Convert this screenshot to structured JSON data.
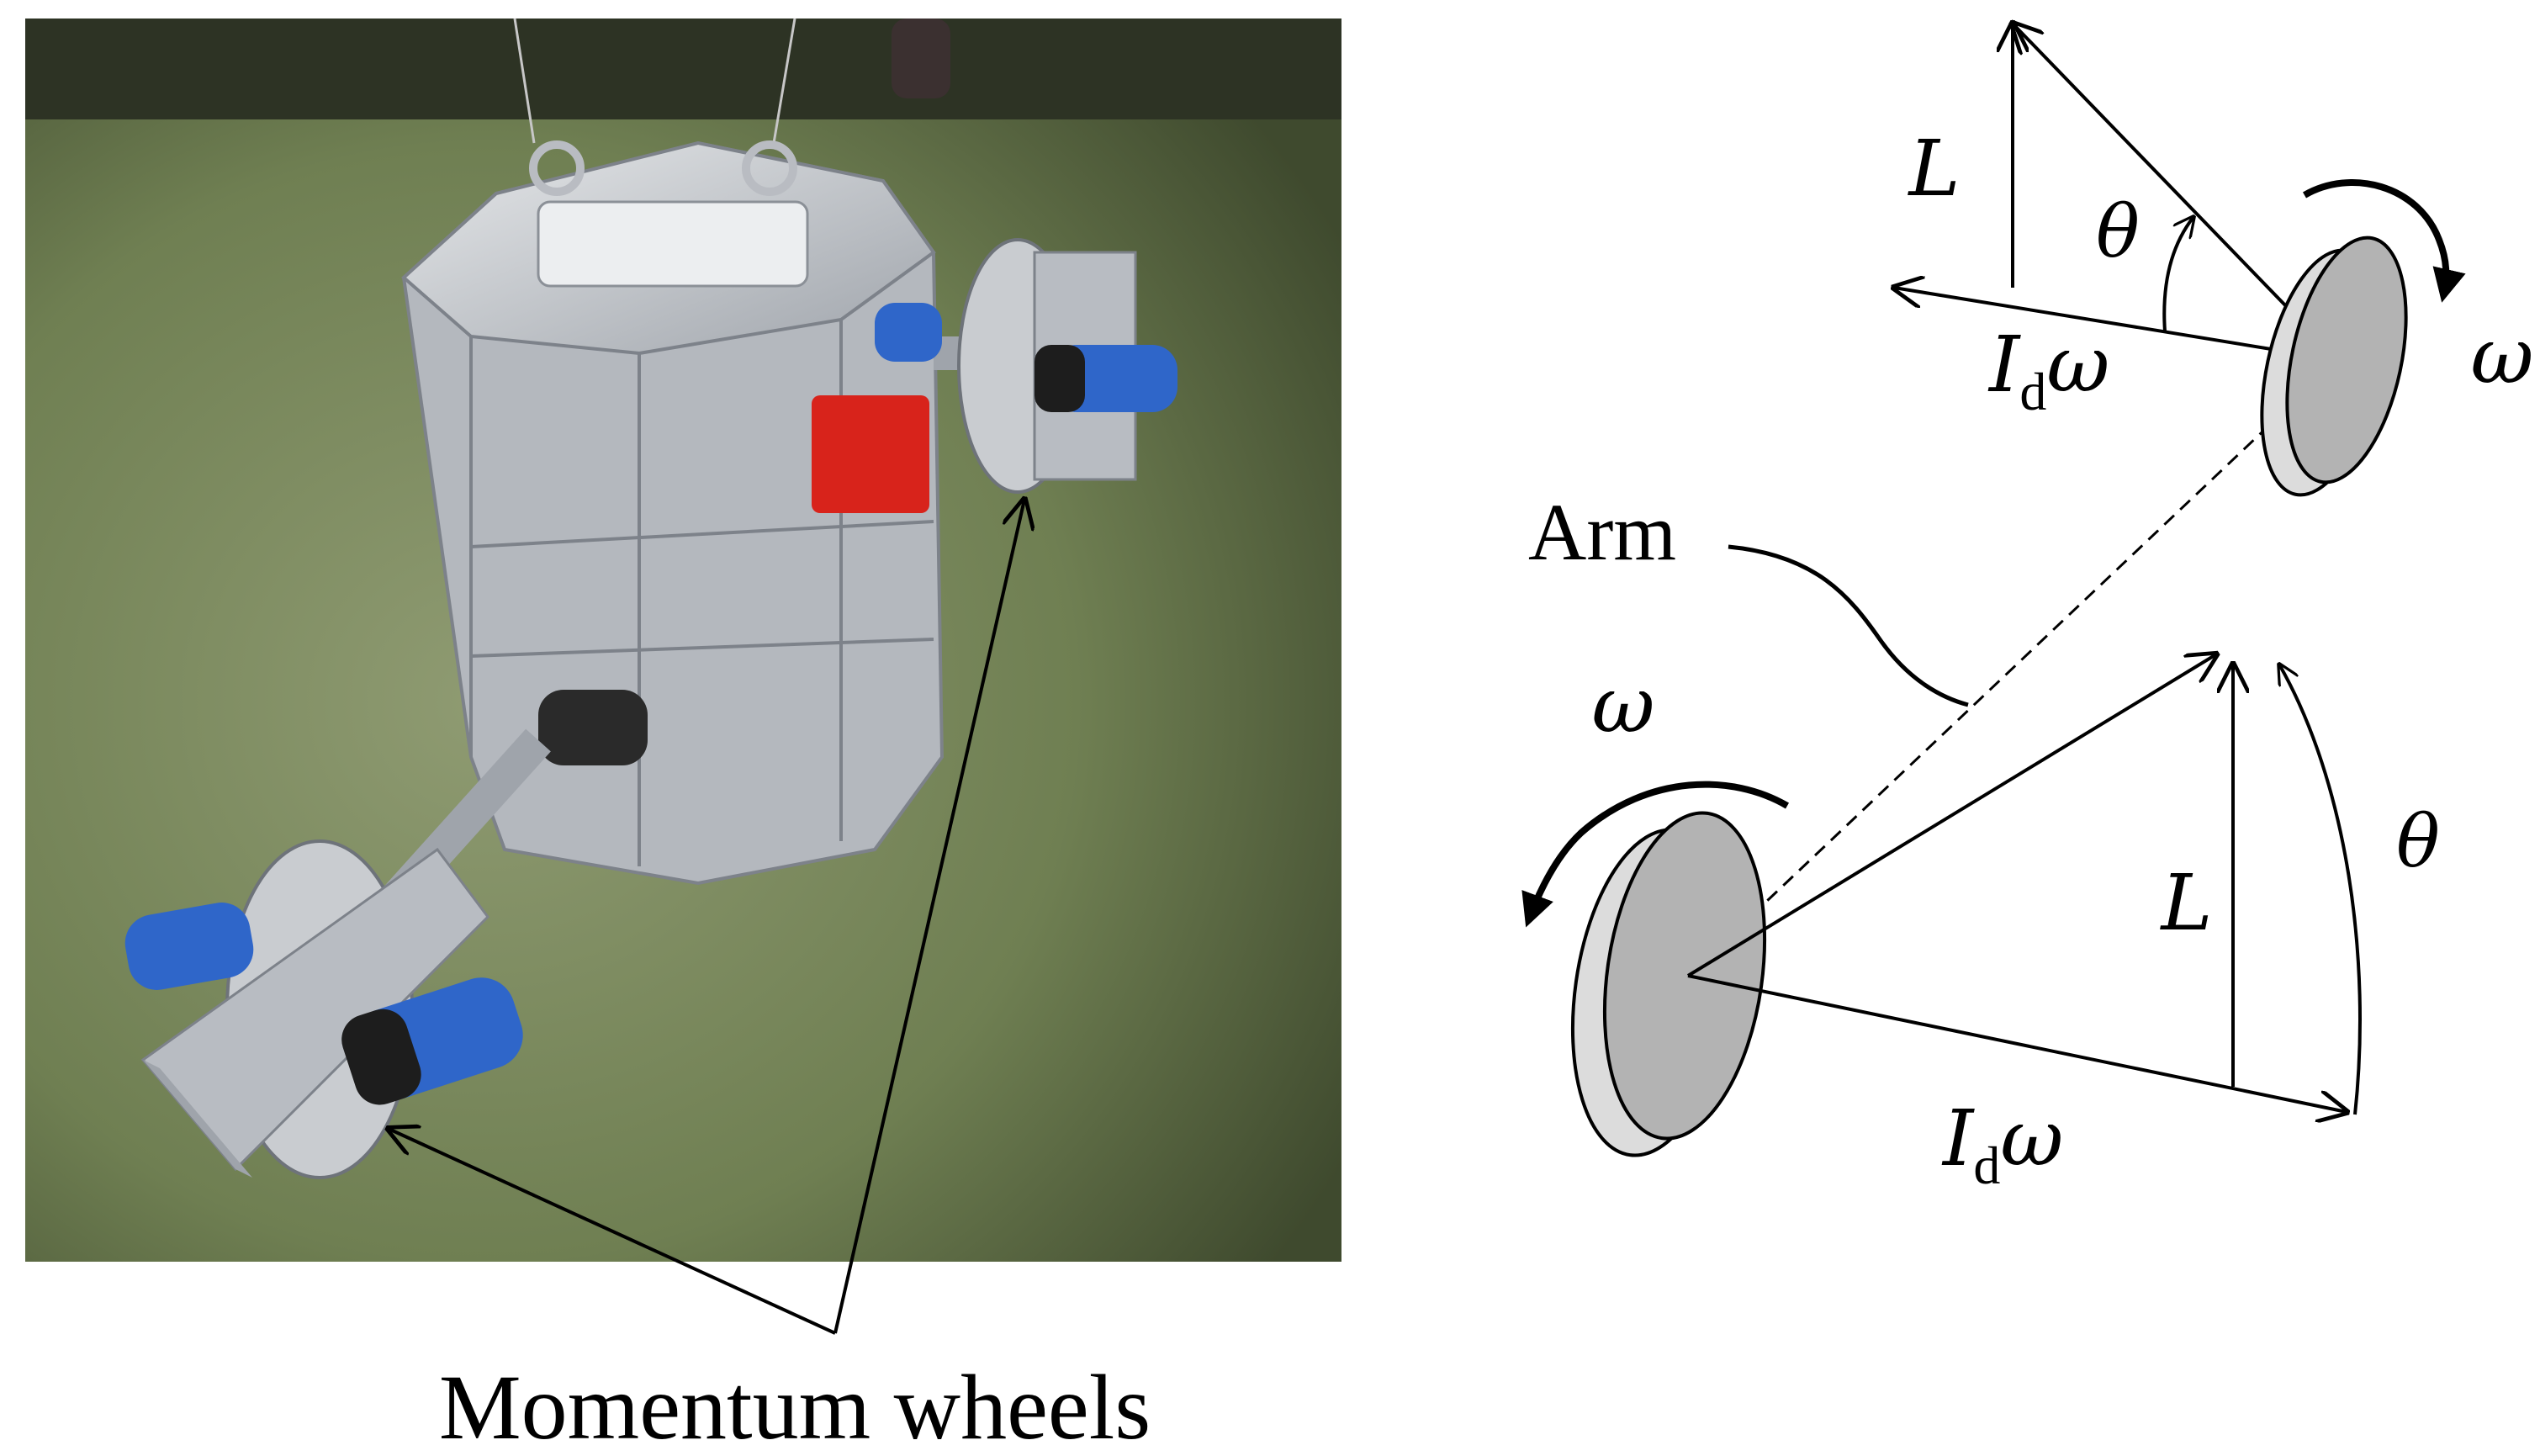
{
  "photo": {
    "description_icon": "robot-photo",
    "colors": {
      "floor": "#6f7f52",
      "floor_dark": "#3f4a2e",
      "floor_light": "#8f9b72",
      "metal": "#c9ccd0",
      "metal_dark": "#8b9097",
      "motor_blue": "#2f66c9",
      "battery_red": "#d8231b"
    }
  },
  "callout": {
    "label": "Momentum wheels"
  },
  "diagram": {
    "arm_label": "Arm",
    "top_wheel": {
      "omega": "ω",
      "theta": "θ",
      "L": "L",
      "Id_base": "I",
      "Id_sub": "d",
      "Id_omega": "ω"
    },
    "bottom_wheel": {
      "omega": "ω",
      "theta": "θ",
      "L": "L",
      "Id_base": "I",
      "Id_sub": "d",
      "Id_omega": "ω"
    },
    "colors": {
      "disk_face": "#b3b3b3",
      "disk_rim": "#dcdcdc",
      "stroke": "#000000"
    }
  }
}
